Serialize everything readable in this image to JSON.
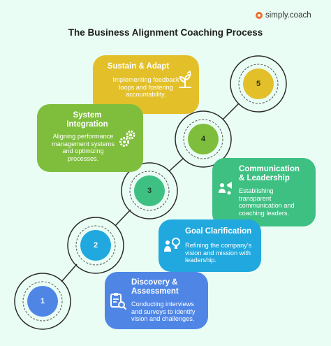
{
  "brand": {
    "name": "simply.coach"
  },
  "title": "The Business Alignment Coaching Process",
  "steps": [
    {
      "number": "1",
      "title": "Discovery & Assessment",
      "description": "Conducting interviews and surveys to identify vision and challenges.",
      "color": "#4f86e6",
      "icon": "clipboard-search-icon"
    },
    {
      "number": "2",
      "title": "Goal Clarification",
      "description": "Refining the company's vision and mission with leadership.",
      "color": "#20a8df",
      "icon": "people-idea-icon"
    },
    {
      "number": "3",
      "title": "Communication & Leadership",
      "description": "Establishing transparent communication and coaching leaders.",
      "color": "#3fc083",
      "icon": "team-megaphone-icon"
    },
    {
      "number": "4",
      "title": "System Integration",
      "description": "Aligning performance management systems and optimizing processes.",
      "color": "#7fbe3c",
      "icon": "gears-icon"
    },
    {
      "number": "5",
      "title": "Sustain & Adapt",
      "description": "Implementing feedback loops and fostering accountability.",
      "color": "#e3c02a",
      "icon": "growth-plant-icon"
    }
  ]
}
